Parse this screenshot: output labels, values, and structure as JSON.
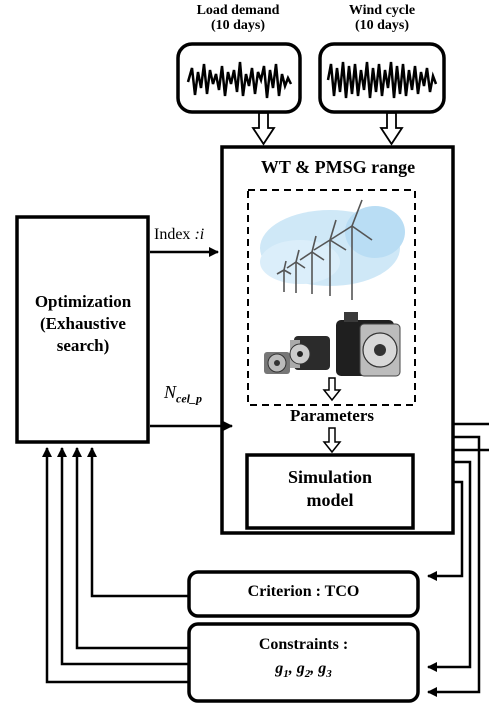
{
  "inputs": {
    "load_demand": {
      "line1": "Load demand",
      "line2": "(10 days)"
    },
    "wind_cycle": {
      "line1": "Wind cycle",
      "line2": "(10 days)"
    }
  },
  "range_block": {
    "title": "WT & PMSG range",
    "parameters_label": "Parameters",
    "simulation": {
      "line1": "Simulation",
      "line2": "model"
    }
  },
  "optimization": {
    "line1": "Optimization",
    "line2": "(Exhaustive",
    "line3": "search)"
  },
  "signals": {
    "index_text": "Index ",
    "index_var": ":i",
    "ncel_main": "N",
    "ncel_sub": "cel_p"
  },
  "criterion": {
    "label": "Criterion : TCO"
  },
  "constraints": {
    "label": "Constraints :",
    "g1": "g",
    "s1": "1",
    "g2": "g",
    "s2": "2",
    "g3": "g",
    "s3": "3",
    "sep": ", "
  }
}
